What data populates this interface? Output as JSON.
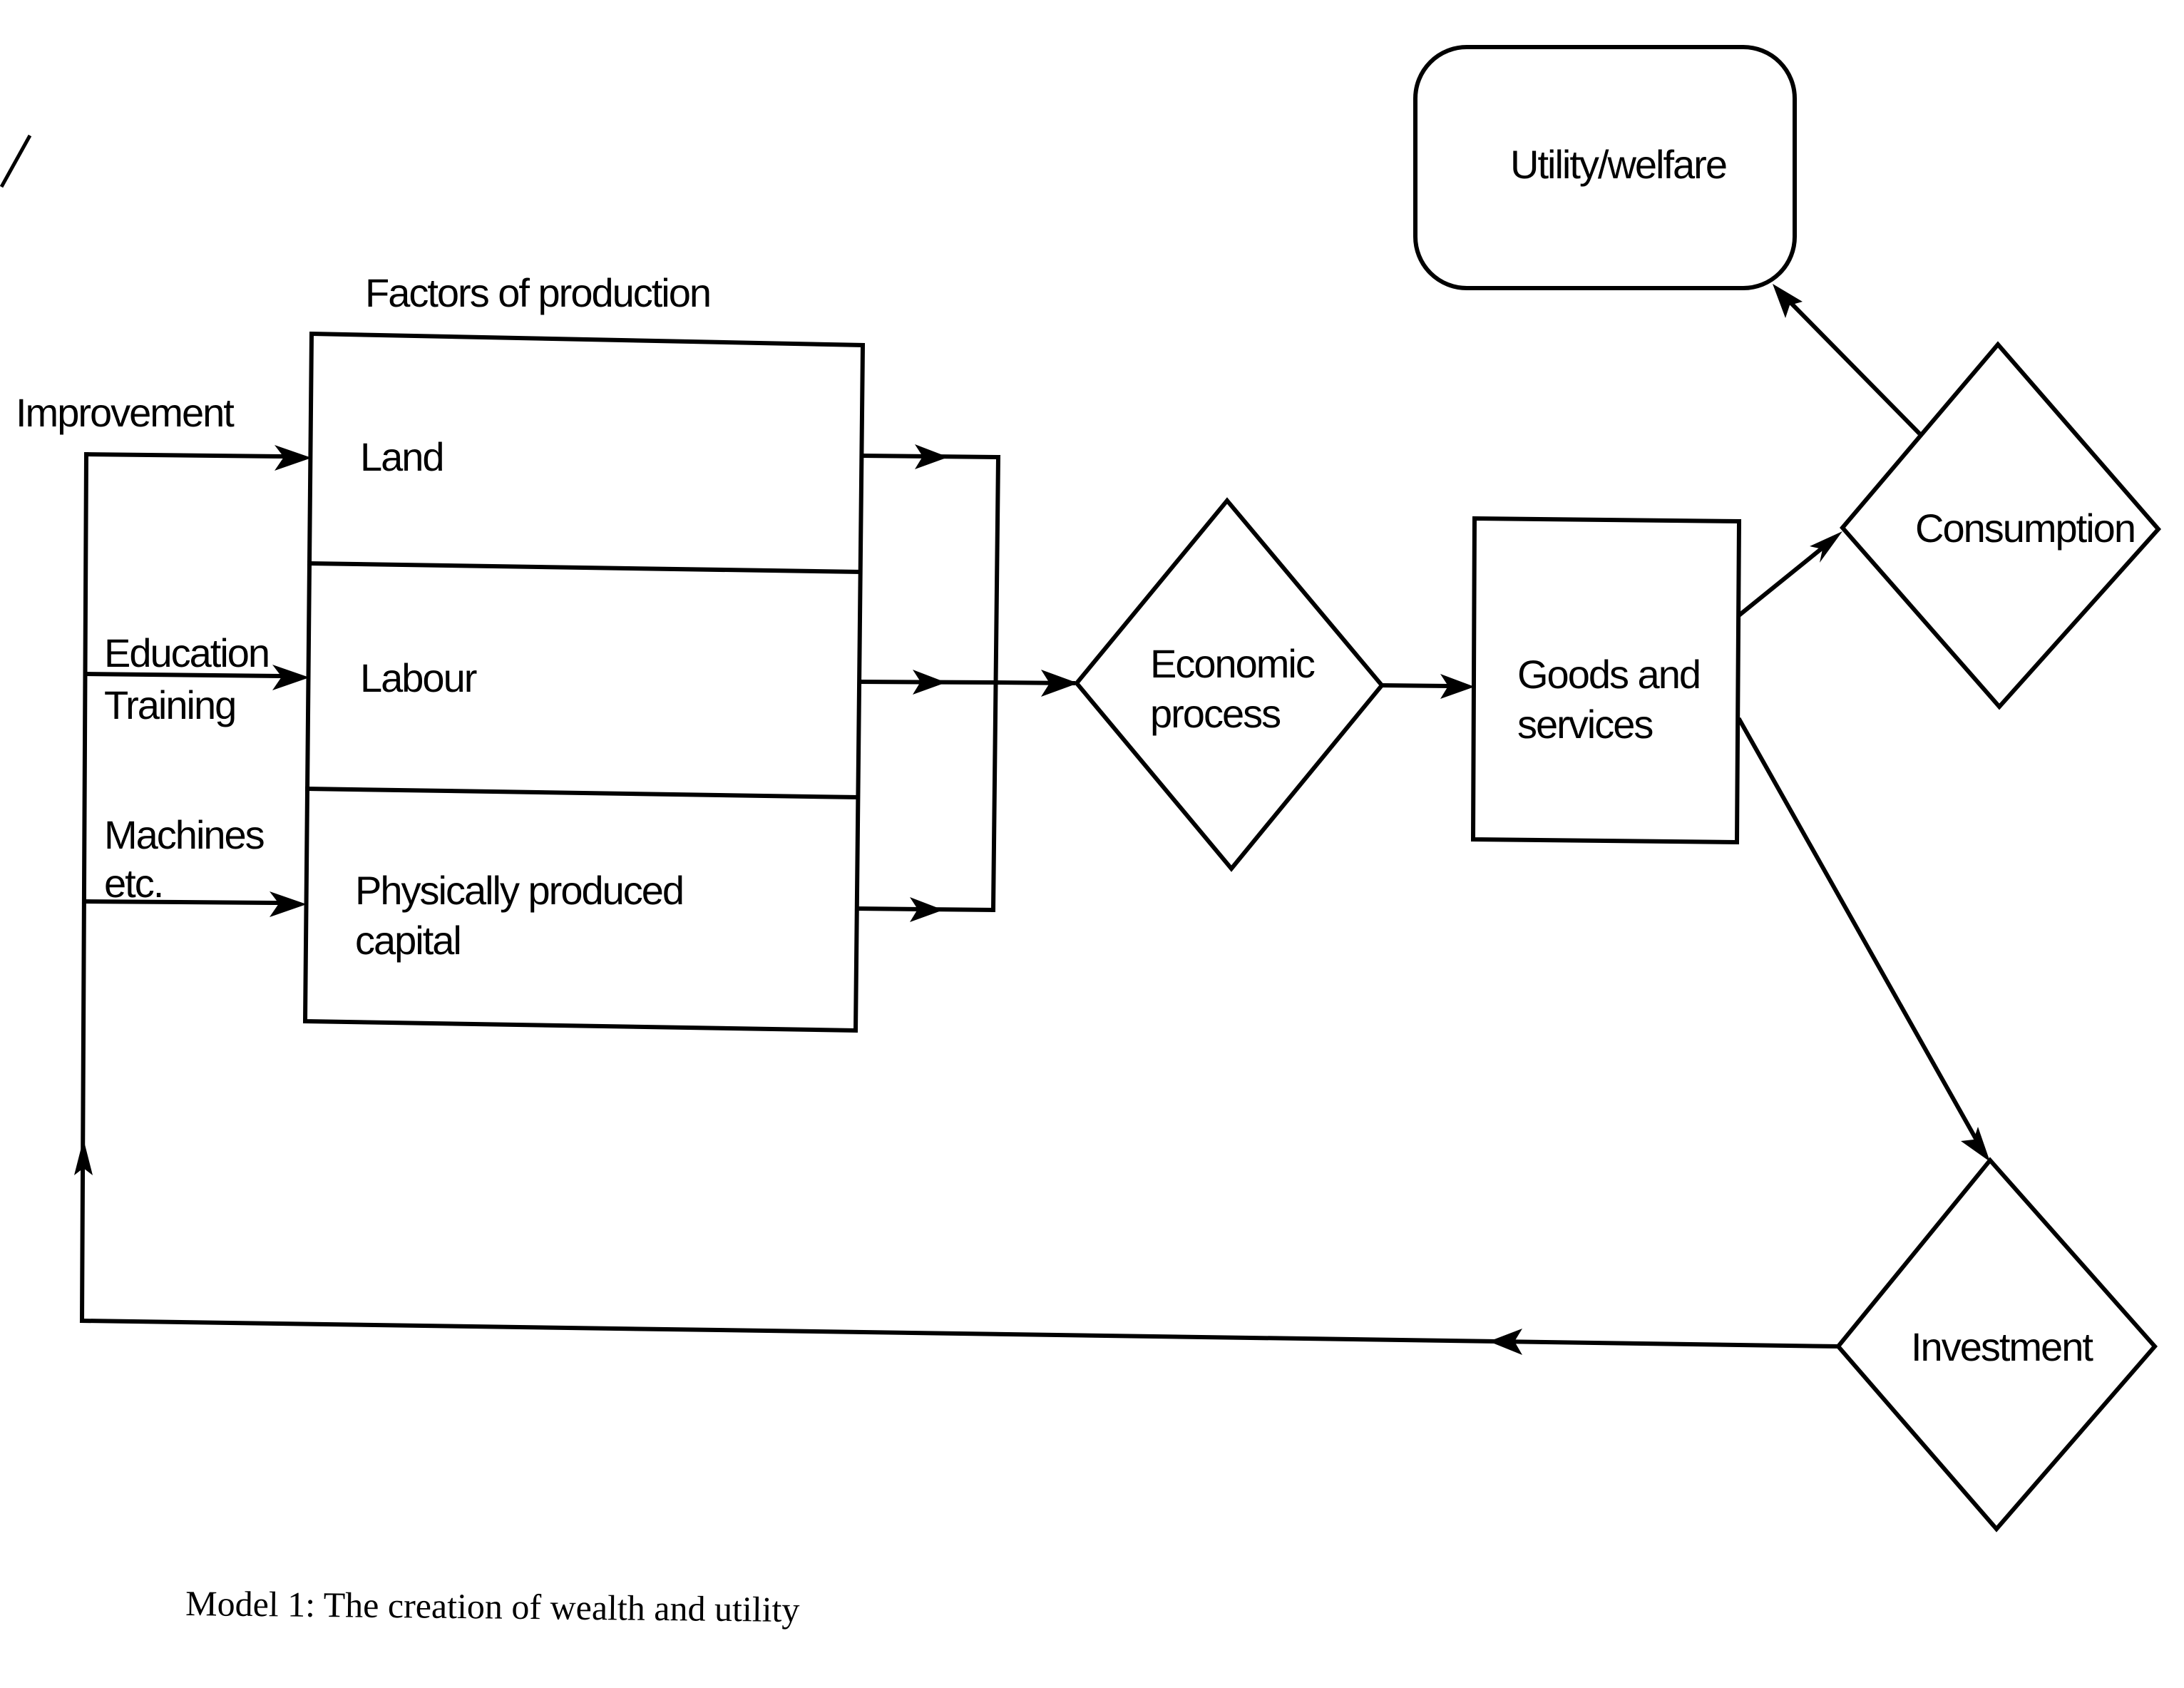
{
  "diagram": {
    "title": "Factors of production",
    "caption": "Model 1: The creation of wealth and utility",
    "factors": {
      "land": "Land",
      "labour": "Labour",
      "capital_line1": "Physically produced",
      "capital_line2": "capital"
    },
    "inputs": {
      "improvement": "Improvement",
      "education": "Education",
      "training": "Training",
      "machines": "Machines",
      "etc": "etc."
    },
    "nodes": {
      "economic_line1": "Economic",
      "economic_line2": "process",
      "goods_line1": "Goods and",
      "goods_line2": "services",
      "utility": "Utility/welfare",
      "consumption": "Consumption",
      "investment": "Investment"
    },
    "edges": [
      {
        "from": "Improvement",
        "to": "Land"
      },
      {
        "from": "Education/Training",
        "to": "Labour"
      },
      {
        "from": "Machines etc.",
        "to": "Physically produced capital"
      },
      {
        "from": "Factors of production",
        "to": "Economic process"
      },
      {
        "from": "Economic process",
        "to": "Goods and services"
      },
      {
        "from": "Goods and services",
        "to": "Consumption"
      },
      {
        "from": "Consumption",
        "to": "Utility/welfare"
      },
      {
        "from": "Goods and services",
        "to": "Investment"
      },
      {
        "from": "Investment",
        "to": "Factors of production"
      }
    ]
  }
}
